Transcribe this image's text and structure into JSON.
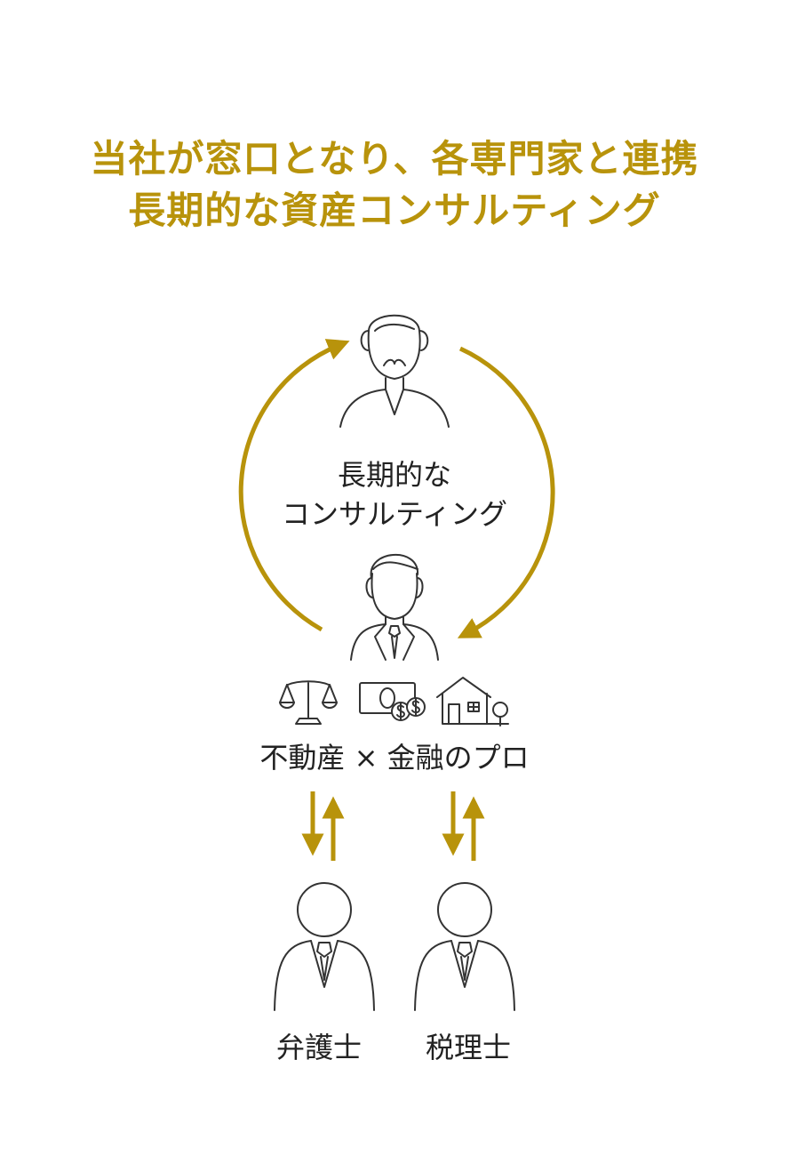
{
  "title": {
    "line1": "当社が窓口となり、各専門家と連携",
    "line2": "長期的な資産コンサルティング"
  },
  "cycle": {
    "label_line1": "長期的な",
    "label_line2": "コンサルティング"
  },
  "pro": {
    "label": "不動産 × 金融のプロ",
    "icons": [
      "scale-icon",
      "money-icon",
      "house-icon"
    ]
  },
  "experts": [
    {
      "label": "弁護士"
    },
    {
      "label": "税理士"
    }
  ],
  "colors": {
    "accent": "#b8930b",
    "text": "#222222",
    "line": "#333333"
  }
}
